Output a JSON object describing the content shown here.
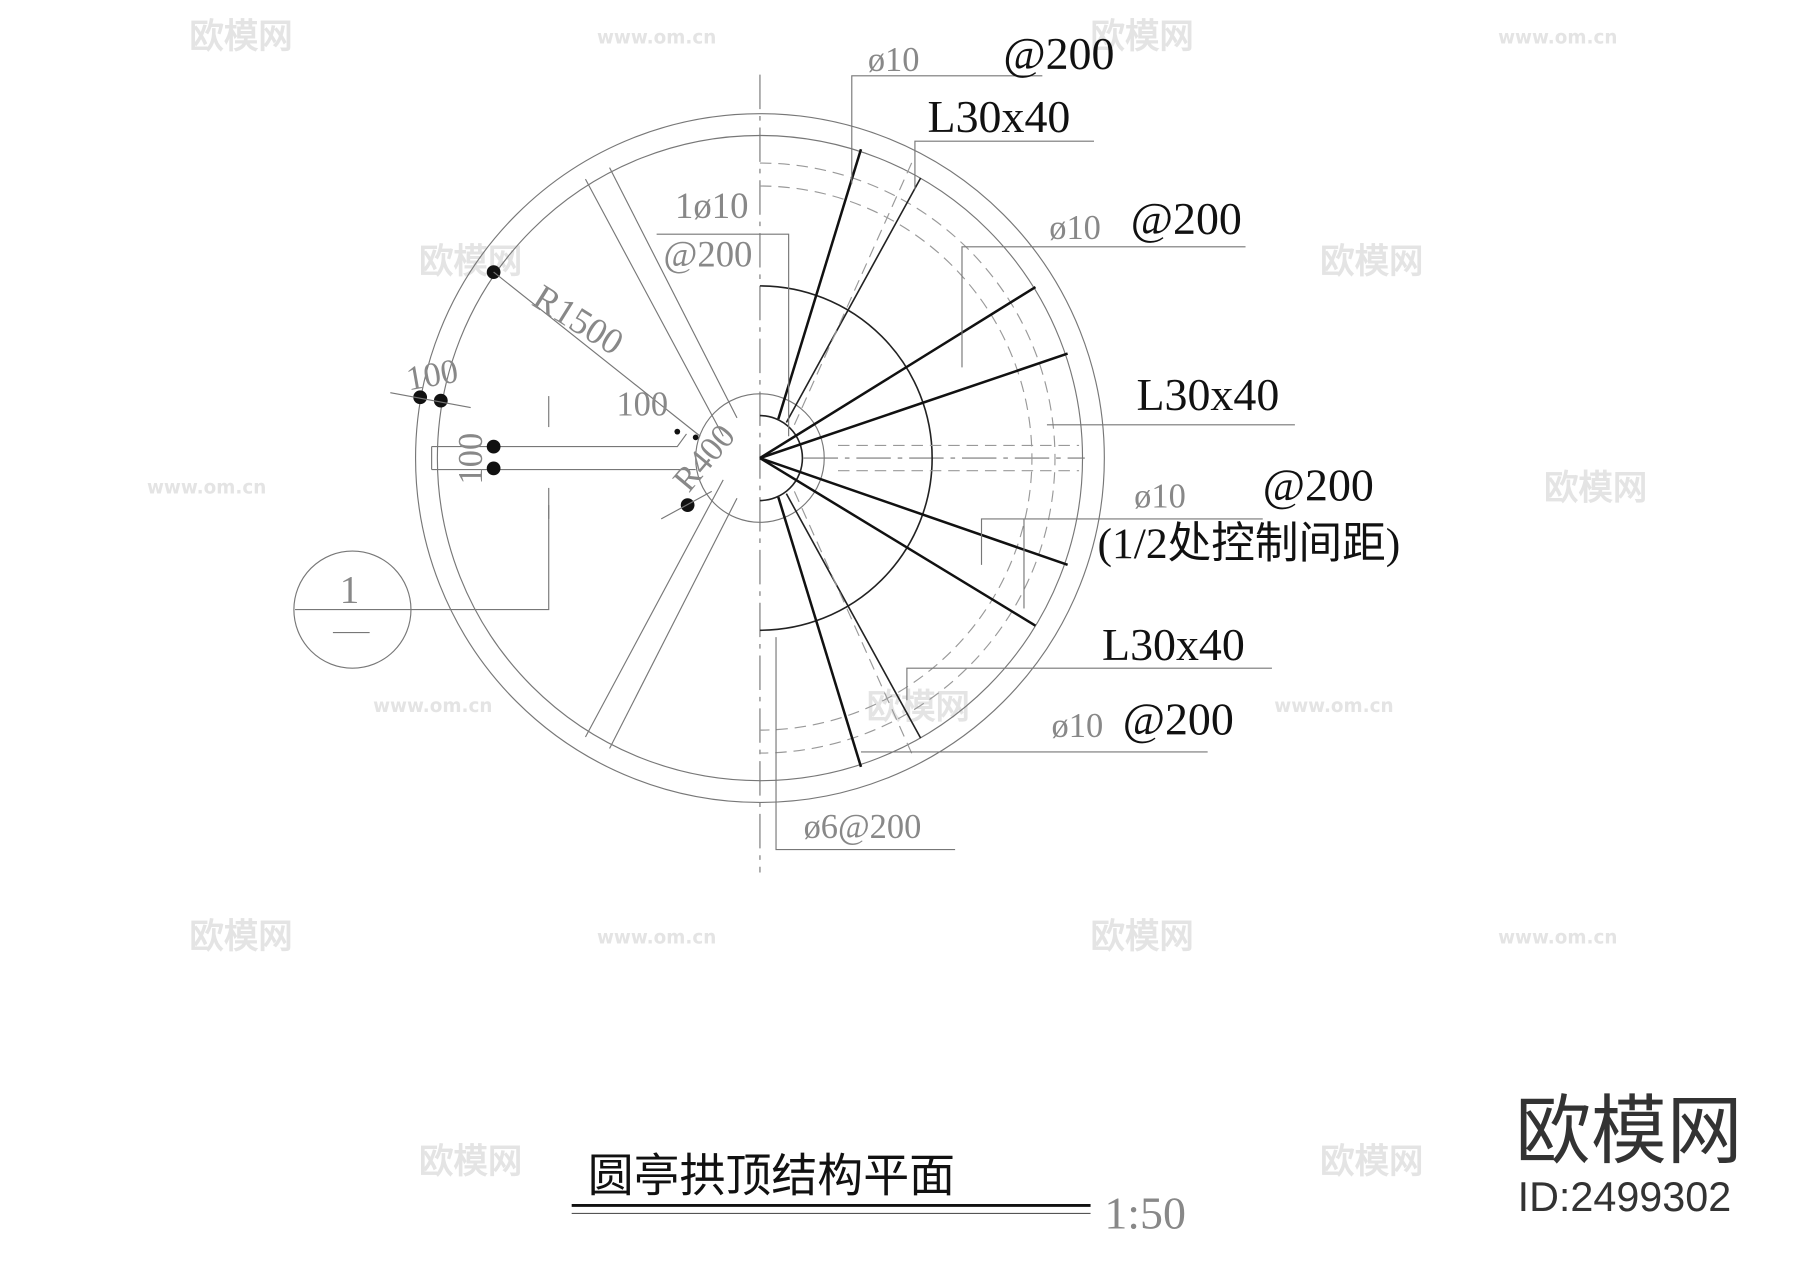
{
  "drawing": {
    "title": "圆亭拱顶结构平面",
    "scale": "1:50",
    "section_marker": "1",
    "labels": {
      "rebar_top_phi": "ø10",
      "rebar_top_spacing": "@200",
      "angle_top": "L30x40",
      "rebar_left_phi": "1ø10",
      "rebar_left_spacing": "@200",
      "rebar_upper_right_phi": "ø10",
      "rebar_upper_right_spacing": "@200",
      "angle_mid": "L30x40",
      "rebar_mid_phi": "ø10",
      "rebar_mid_spacing": "@200",
      "rebar_mid_note": "(1/2处控制间距)",
      "angle_lower": "L30x40",
      "rebar_lower_phi": "ø10",
      "rebar_lower_spacing": "@200",
      "rebar_bottom": "ø6@200",
      "radius_outer": "R1500",
      "radius_inner": "R400",
      "dim_ring": "100",
      "dim_hub": "100",
      "dim_beam": "100"
    }
  },
  "watermark": {
    "brand": "欧模网",
    "url": "www.om.cn",
    "id": "ID:2499302"
  }
}
